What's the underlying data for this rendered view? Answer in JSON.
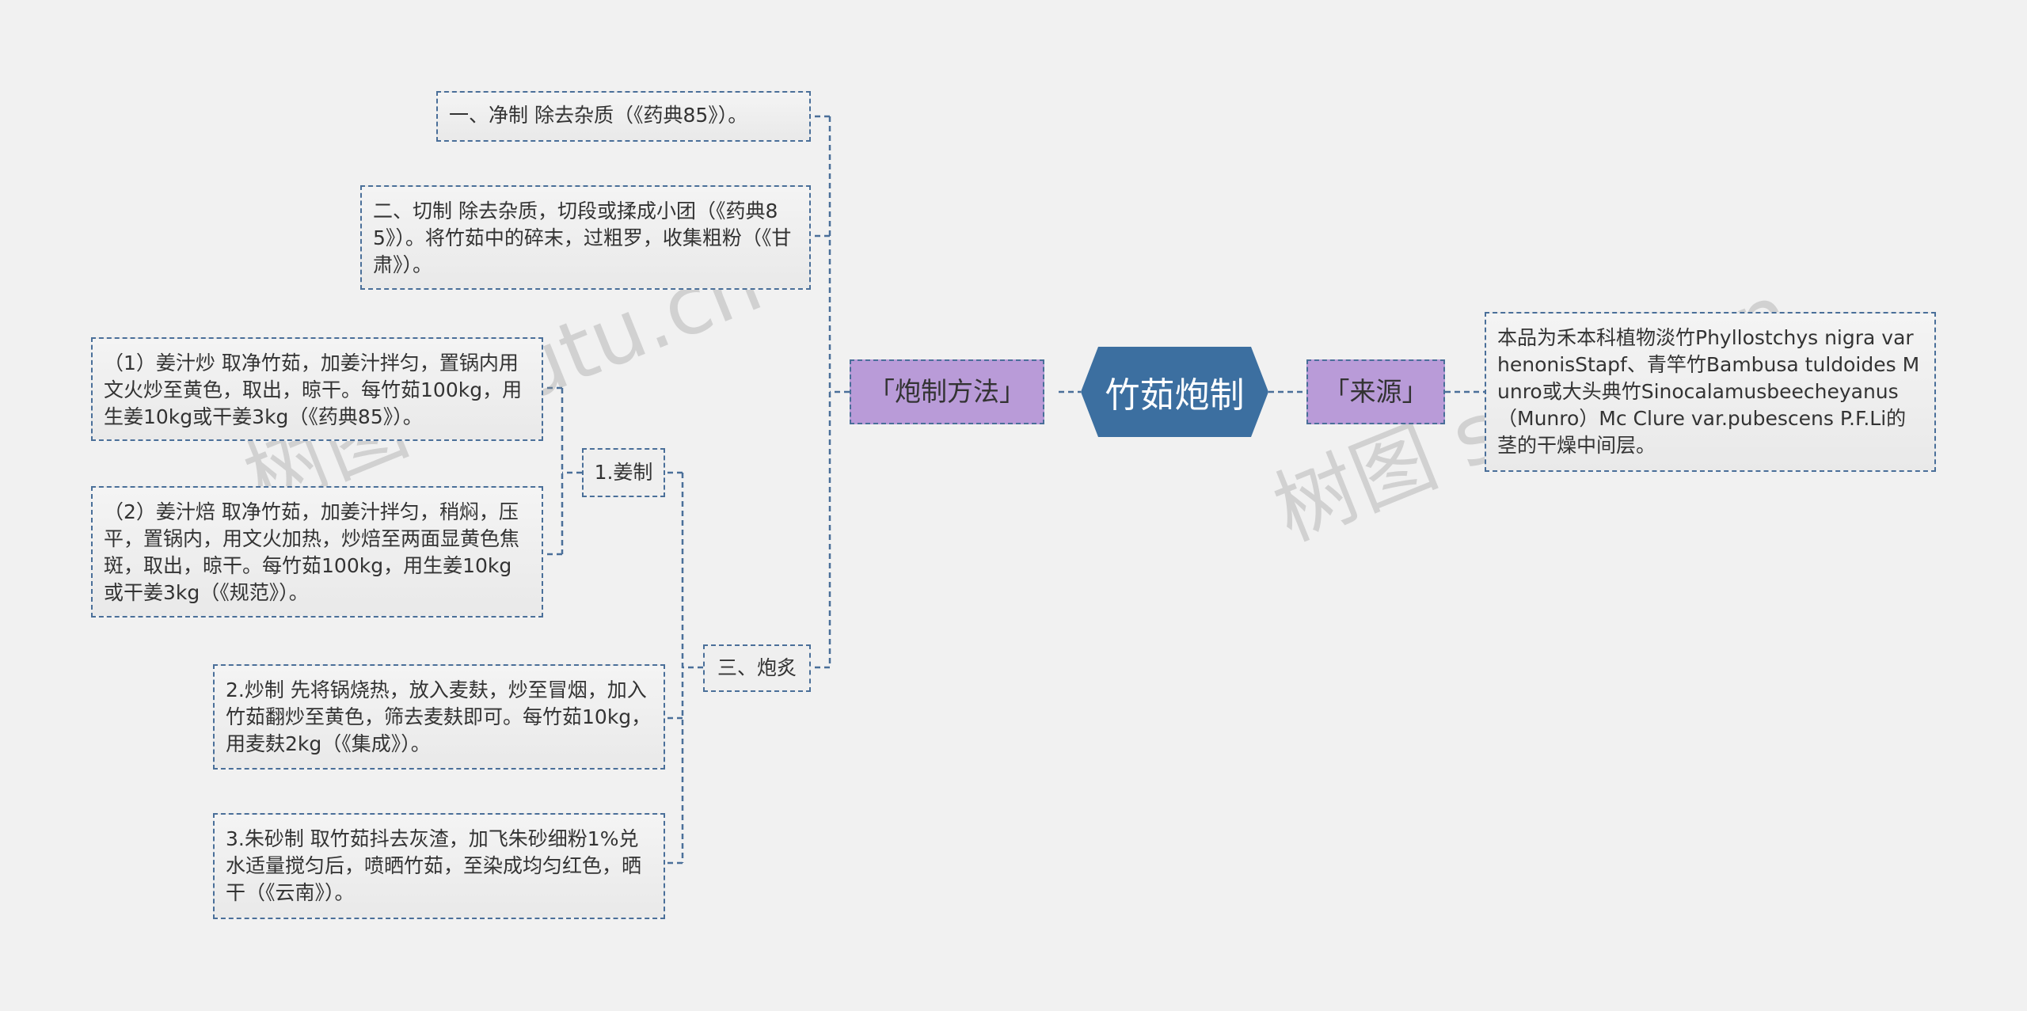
{
  "center": {
    "title": "竹茹炮制",
    "fill": "#3c6fa0"
  },
  "branches": {
    "method": "「炮制方法」",
    "source": "「来源」"
  },
  "source_text": "本品为禾本科植物淡竹Phyllostchys nigra var henonisStapf、青竿竹Bambusa tuldoides Munro或大头典竹Sinocalamusbeecheyanus（Munro）Mc Clure var.pubescens P.F.Li的茎的干燥中间层。",
  "methods": {
    "m1": "一、净制 除去杂质（《药典85》）。",
    "m2": "二、切制 除去杂质，切段或揉成小团（《药典85》）。将竹茹中的碎末，过粗罗，收集粗粉（《甘肃》）。",
    "m3": "三、炮炙",
    "ginger": "1.姜制",
    "g1": "（1）姜汁炒 取净竹茹，加姜汁拌匀，置锅内用文火炒至黄色，取出，晾干。每竹茹100kg，用生姜10kg或干姜3kg（《药典85》）。",
    "g2": "（2）姜汁焙 取净竹茹，加姜汁拌匀，稍焖，压平，置锅内，用文火加热，炒焙至两面显黄色焦斑，取出，晾干。每竹茹100kg，用生姜10kg或干姜3kg（《规范》）。",
    "fry": "2.炒制 先将锅烧热，放入麦麸，炒至冒烟，加入竹茹翻炒至黄色，筛去麦麸即可。每竹茹10kg，用麦麸2kg（《集成》）。",
    "cinnabar": "3.朱砂制 取竹茹抖去灰渣，加飞朱砂细粉1%兑水适量搅匀后，喷晒竹茹，至染成均匀红色，晒干（《云南》）。"
  },
  "watermarks": [
    "树图 shutu.cn",
    "树图 shutu.cn"
  ],
  "colors": {
    "line": "#4a6f99",
    "branch_fill": "#b99bd8",
    "background": "#f1f1f1"
  }
}
